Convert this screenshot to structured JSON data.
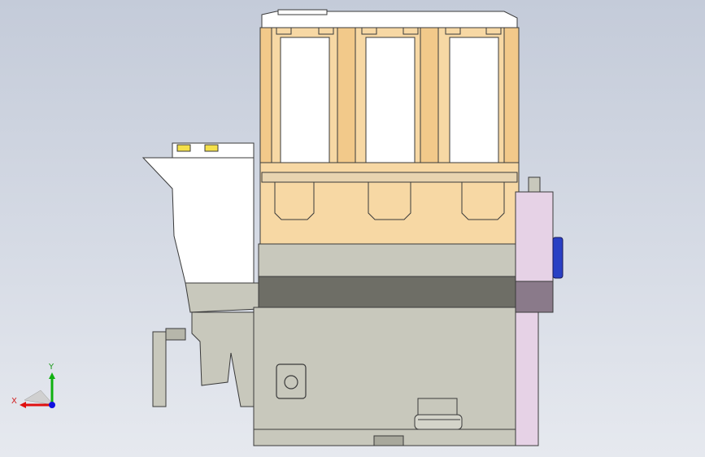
{
  "viewport": {
    "background_top": "#c4cbd9",
    "background_bottom": "#e6e9ef"
  },
  "model": {
    "description_icon": "cad-assembly-side-view",
    "colors": {
      "housing_orange": "#f7d8a4",
      "housing_white": "#ffffff",
      "base_gray": "#c8c8bc",
      "band_dark": "#6e6e66",
      "side_purple": "#e6d2e6",
      "blue_knob": "#2a3fc4",
      "edge": "#3a3a3a"
    }
  },
  "triad": {
    "x_label": "X",
    "y_label": "Y",
    "x_color": "#e01010",
    "y_color": "#10b010",
    "z_color": "#1010e0"
  }
}
